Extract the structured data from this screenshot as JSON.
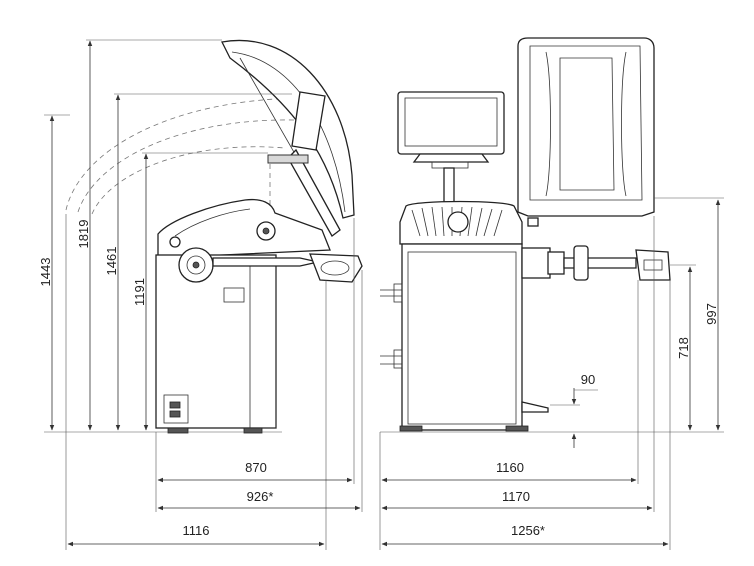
{
  "dimensions": {
    "left_view": {
      "h_1443": "1443",
      "h_1819": "1819",
      "h_1461": "1461",
      "h_1191": "1191",
      "w_870": "870",
      "w_926": "926*",
      "w_1116": "1116"
    },
    "right_view": {
      "w_1160": "1160",
      "w_1170": "1170",
      "w_1256": "1256*",
      "h_997": "997",
      "h_718": "718",
      "gap_90": "90"
    }
  }
}
